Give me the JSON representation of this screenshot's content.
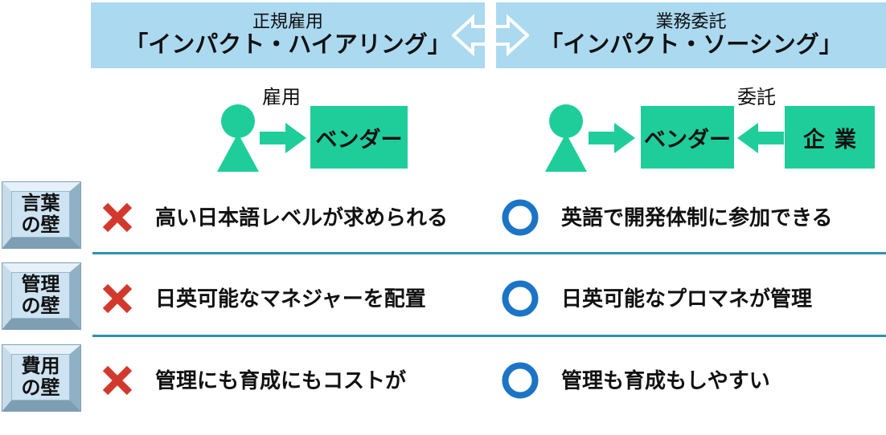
{
  "colors": {
    "header-bg": "#abd9f0",
    "green": "#1fcd9b",
    "red": "#d2392d",
    "circle-blue": "#1b74c5",
    "divider-blue": "#3191b0",
    "bevel-face": "#cde3f2",
    "bevel-top": "#e7f1f9",
    "bevel-left": "#c6dcea",
    "bevel-right": "#8fb0c5",
    "bevel-bottom": "#7d9eb3",
    "text": "#111111"
  },
  "header": {
    "left": {
      "category": "正規雇用",
      "title": "「インパクト・ハイアリング」"
    },
    "right": {
      "category": "業務委託",
      "title": "「インパクト・ソーシング」"
    },
    "arrow_icon": "left-right-swap-arrow"
  },
  "flow_left": {
    "relation_label": "雇用",
    "person_icon": "person",
    "arrow_icon": "right-arrow",
    "vendor_label": "ベンダー"
  },
  "flow_right": {
    "relation_label": "委託",
    "person_icon": "person",
    "arrow_icon_in": "right-arrow",
    "vendor_label": "ベンダー",
    "arrow_icon_from_company": "left-arrow",
    "company_label": "企業"
  },
  "rows": [
    {
      "category_line1": "言葉",
      "category_line2": "の壁",
      "negative_mark": "cross",
      "negative": "高い日本語レベルが求められる",
      "positive_mark": "circle",
      "positive": "英語で開発体制に参加できる"
    },
    {
      "category_line1": "管理",
      "category_line2": "の壁",
      "negative_mark": "cross",
      "negative": "日英可能なマネジャーを配置",
      "positive_mark": "circle",
      "positive": "日英可能なプロマネが管理"
    },
    {
      "category_line1": "費用",
      "category_line2": "の壁",
      "negative_mark": "cross",
      "negative": "管理にも育成にもコストが",
      "positive_mark": "circle",
      "positive": "管理も育成もしやすい"
    }
  ]
}
